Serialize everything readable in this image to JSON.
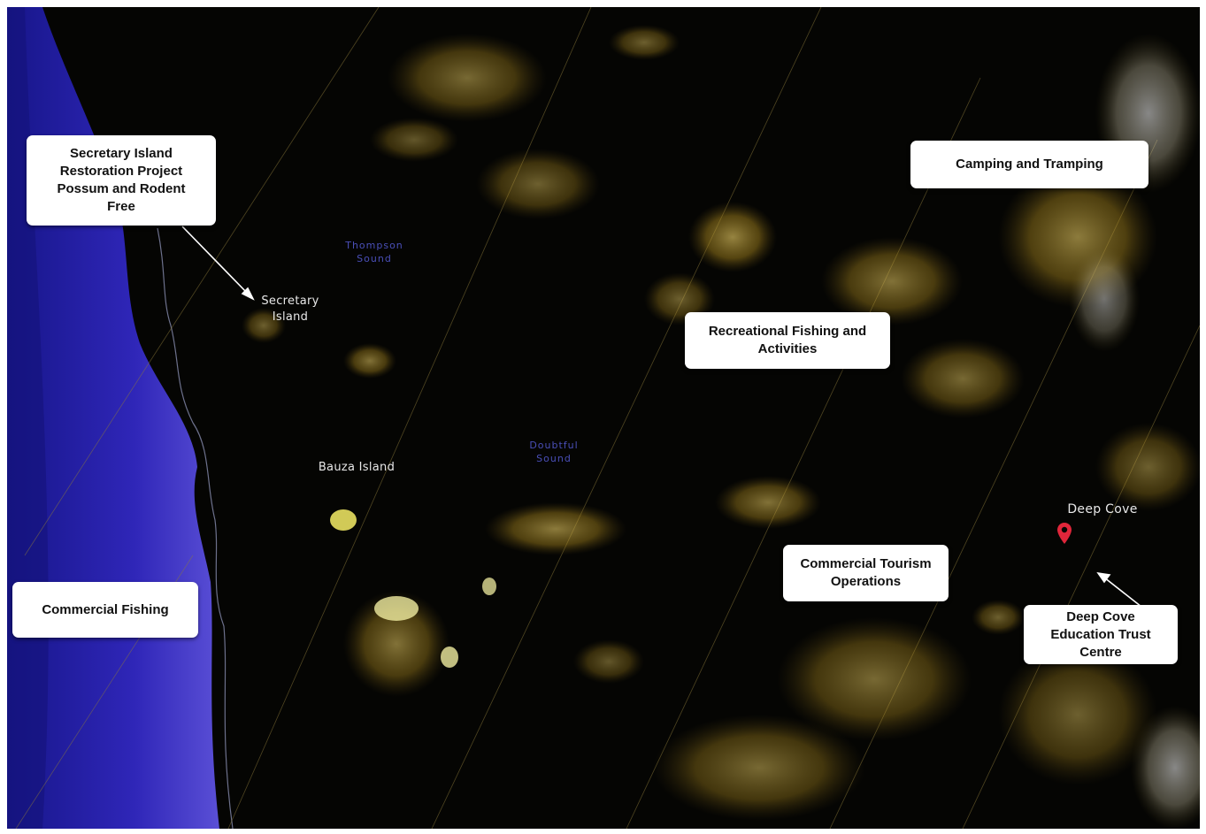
{
  "map": {
    "colors": {
      "land": "#050503",
      "sea": "#3a2fc0",
      "sea_deep": "#1d1a90",
      "terrain_gold": "#b89a2a",
      "terrain_bright": "#e6d27a",
      "snow": "#f2f2f2",
      "marker": "#e0263a"
    },
    "callouts": [
      {
        "id": "secretary",
        "lines": [
          "Secretary Island",
          "Restoration Project",
          "Possum and Rodent",
          "Free"
        ]
      },
      {
        "id": "camping",
        "lines": [
          "Camping and Tramping"
        ]
      },
      {
        "id": "recreational",
        "lines": [
          "Recreational Fishing and",
          "Activities"
        ]
      },
      {
        "id": "commercial-fishing",
        "lines": [
          "Commercial Fishing"
        ]
      },
      {
        "id": "commercial-tourism",
        "lines": [
          "Commercial Tourism",
          "Operations"
        ]
      },
      {
        "id": "deep-cove-centre",
        "lines": [
          "Deep Cove",
          "Education Trust",
          "Centre"
        ]
      }
    ],
    "places": {
      "secretary_island": [
        "Secretary",
        "Island"
      ],
      "bauza_island": "Bauza Island",
      "deep_cove": "Deep Cove"
    },
    "water_labels": {
      "thompson_sound": [
        "Thompson",
        "Sound"
      ],
      "doubtful_sound": [
        "Doubtful",
        "Sound"
      ]
    },
    "marker_icon": "map-pin-icon"
  }
}
